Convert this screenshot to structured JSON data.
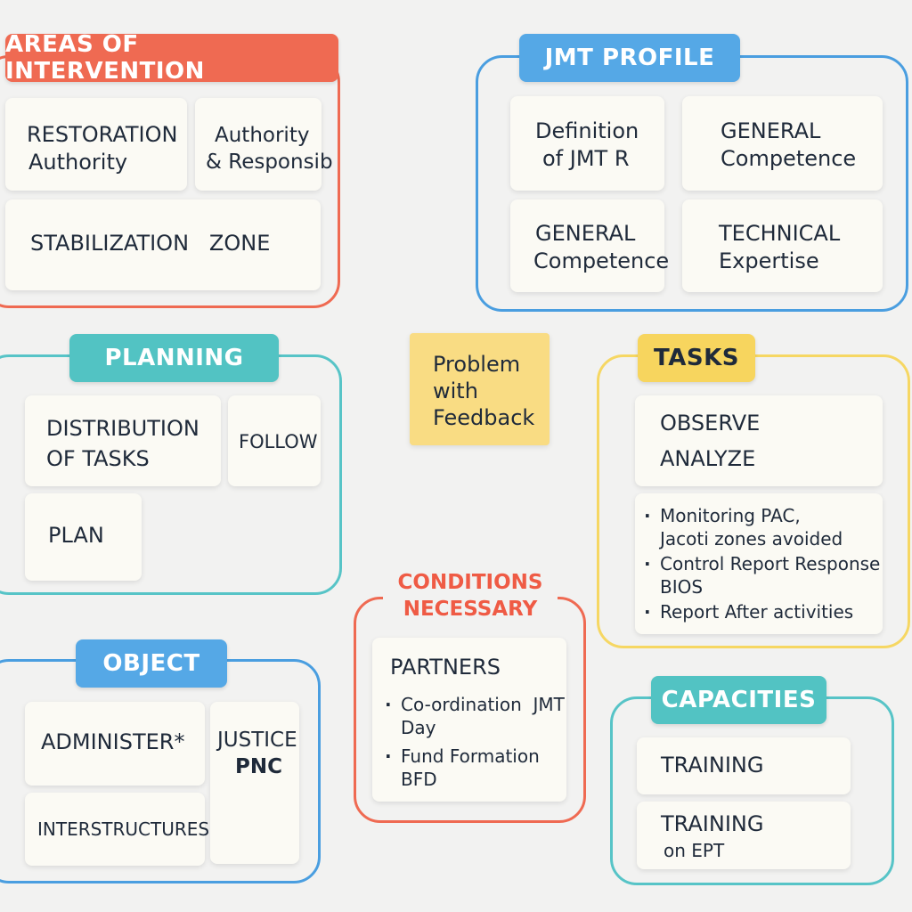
{
  "areas": {
    "title": "AREAS OF INTERVENTION",
    "card1_line1": "RESTORATION",
    "card1_line2": "Authority",
    "card2_line1": "Authority",
    "card2_line2": "& Responsib",
    "card3": "STABILIZATION   ZONE"
  },
  "jmt": {
    "title": "JMT PROFILE",
    "card1_line1": "Definition",
    "card1_line2": "of JMT R",
    "card2_line1": "GENERAL",
    "card2_line2": "Competence",
    "card3_line1": "GENERAL",
    "card3_line2": "Competence",
    "card4_line1": "TECHNICAL",
    "card4_line2": "Expertise"
  },
  "planning": {
    "title": "PLANNING",
    "card1_line1": "DISTRIBUTION",
    "card1_line2": "OF TASKS",
    "card2": "FOLLOW",
    "card3": "PLAN"
  },
  "note": {
    "line1": "Problem",
    "line2": "with",
    "line3": "Feedback"
  },
  "tasks": {
    "title": "TASKS",
    "card1_line1": "OBSERVE",
    "card1_line2": "ANALYZE",
    "bullets": [
      {
        "line1": "Monitoring PAC,",
        "line2": "Jacoti zones avoided"
      },
      {
        "line1": "Control Report Response",
        "line2": "BIOS"
      },
      {
        "line1": "Report After activities",
        "line2": ""
      }
    ]
  },
  "conditions": {
    "title_line1": "CONDITIONS",
    "title_line2": "NECESSARY",
    "card_title": "PARTNERS",
    "bullets": [
      {
        "line1": "Co-ordination  JMT",
        "line2": "Day"
      },
      {
        "line1": "Fund Formation",
        "line2": "BFD"
      }
    ]
  },
  "object": {
    "title": "OBJECT",
    "card1": "ADMINISTER*",
    "card2_line1": "JUSTICE",
    "card2_line2": "PNC",
    "card3": "INTERSTRUCTURES"
  },
  "capacities": {
    "title": "CAPACITIES",
    "card1": "TRAINING",
    "card2_line1": "TRAINING",
    "card2_line2": "on EPT"
  },
  "colors": {
    "red": "#ef6a52",
    "blue": "#4a9ee0",
    "teal": "#57c4c7",
    "yellow": "#f6d763",
    "note": "#f9dc83"
  }
}
